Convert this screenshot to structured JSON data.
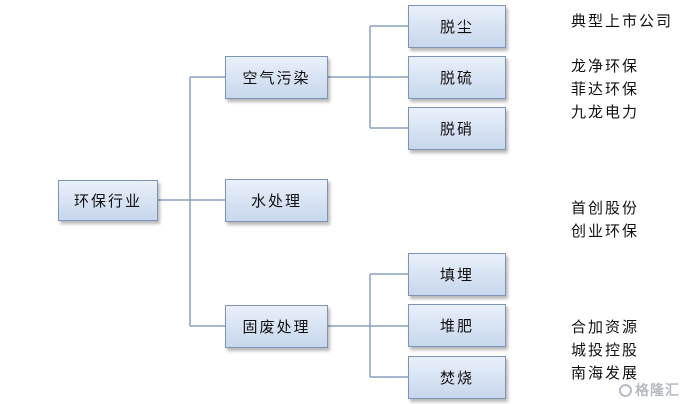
{
  "root": {
    "label": "环保行业"
  },
  "categories": [
    {
      "key": "air",
      "label": "空气污染",
      "children": [
        "脱尘",
        "脱硫",
        "脱硝"
      ]
    },
    {
      "key": "water",
      "label": "水处理",
      "children": []
    },
    {
      "key": "solid",
      "label": "固废处理",
      "children": [
        "填埋",
        "堆肥",
        "焚烧"
      ]
    }
  ],
  "companies": {
    "header": "典型上市公司",
    "air": [
      "龙净环保",
      "菲达环保",
      "九龙电力"
    ],
    "water": [
      "首创股份",
      "创业环保"
    ],
    "solid": [
      "合加资源",
      "城投控股",
      "南海发展"
    ]
  },
  "watermark": {
    "text": "格隆汇"
  },
  "colors": {
    "node_border": "#7c95b5",
    "node_fill_top": "#e9f0fa",
    "node_fill_bottom": "#c7d7ed",
    "connector": "#8aa0bd"
  }
}
